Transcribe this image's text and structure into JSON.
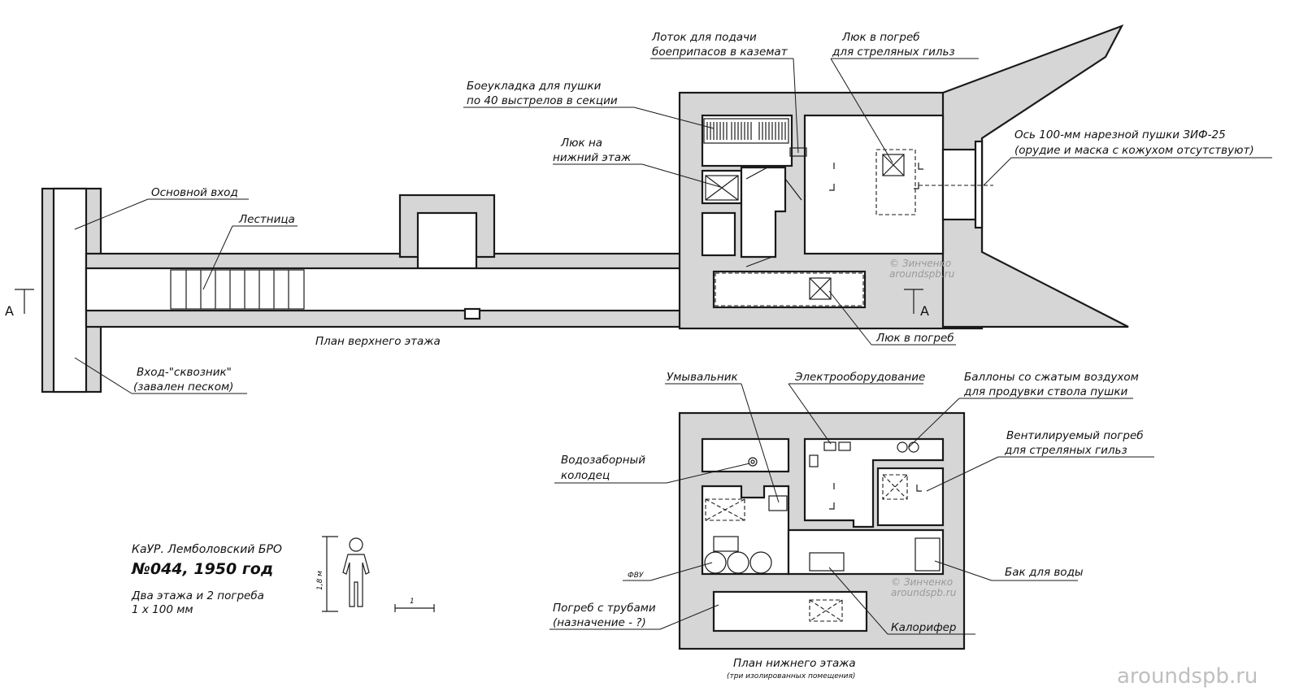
{
  "labels": {
    "main_entrance": "Основной вход",
    "stairs": "Лестница",
    "upper_plan": "План верхнего этажа",
    "draft_entrance_1": "Вход-\"сквозник\"",
    "draft_entrance_2": "(завален песком)",
    "ammo_rack_1": "Боеукладка для пушки",
    "ammo_rack_2": "по 40 выстрелов в секции",
    "tray_1": "Лоток для подачи",
    "tray_2": "боеприпасов в каземат",
    "hatch_shells_1": "Люк в погреб",
    "hatch_shells_2": "для стреляных гильз",
    "hatch_lower_1": "Люк на",
    "hatch_lower_2": "нижний этаж",
    "gun_axis_1": "Ось 100-мм нарезной пушки ЗИФ-25",
    "gun_axis_2": "(орудие и маска с кожухом отсутствуют)",
    "hatch_cellar": "Люк в погреб",
    "washbasin": "Умывальник",
    "electrical": "Электрооборудование",
    "air_tanks_1": "Баллоны со сжатым воздухом",
    "air_tanks_2": "для продувки ствола пушки",
    "well_1": "Водозаборный",
    "well_2": "колодец",
    "vent_cellar_1": "Вентилируемый погреб",
    "vent_cellar_2": "для стреляных гильз",
    "fvu": "ФВУ",
    "water_tank": "Бак для воды",
    "pipe_cellar_1": "Погреб с трубами",
    "pipe_cellar_2": "(назначение - ?)",
    "heater": "Калорифер",
    "lower_plan": "План нижнего этажа",
    "lower_plan_sub": "(три изолированных помещения)",
    "section_mark_left": "А",
    "section_mark_right": "А"
  },
  "title_block": {
    "line1": "КаУР. Лемболовский БРО",
    "line2": "№044, 1950 год",
    "line3": "Два этажа и 2 погреба",
    "line4": "1 х 100 мм",
    "height_dim": "1,8 м",
    "scale": "1"
  },
  "copyright": [
    "© Зинченко",
    "aroundspb.ru"
  ],
  "site": "aroundspb.ru"
}
